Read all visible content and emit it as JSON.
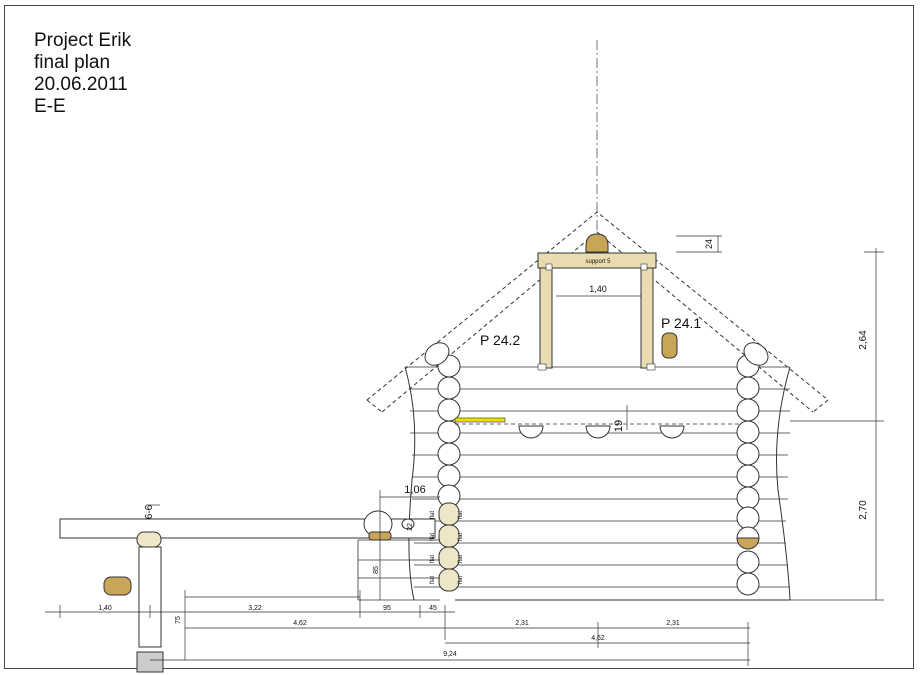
{
  "title": {
    "project": "Project Erik",
    "plan": "final plan",
    "date": "20.06.2011",
    "section": "E-E"
  },
  "labels": {
    "support": "support 5",
    "p_left": "P 24.2",
    "p_right": "P 24.1",
    "dim_inner": "1,40",
    "dim_24": "24",
    "dim_19": "19",
    "dim_264": "2,64",
    "dim_270": "2,70",
    "dim_106": "1,06",
    "beam": "6-6",
    "dim_22": "22",
    "dim_85": "85",
    "dim_75": "75",
    "flat": "flat",
    "d_140": "1,40",
    "d_322": "3,22",
    "d_95": "95",
    "d_45": "45",
    "d_462a": "4,62",
    "d_231a": "2,31",
    "d_462b": "4,62",
    "d_231b": "2,31",
    "d_924": "9,24"
  },
  "colors": {
    "wood": "#e8dcb0",
    "wood_dark": "#c9a55a",
    "highlight": "#f0e000",
    "line": "#333333"
  }
}
